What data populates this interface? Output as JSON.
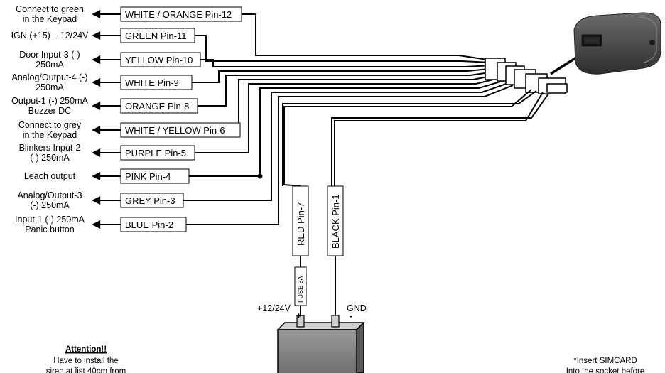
{
  "wires": [
    {
      "pin": "WHITE / ORANGE Pin-12",
      "function": [
        "Connect to green",
        "in the Keypad"
      ]
    },
    {
      "pin": "GREEN Pin-11",
      "function": [
        "IGN (+15) – 12/24V"
      ]
    },
    {
      "pin": "YELLOW Pin-10",
      "function": [
        "Door Input-3 (-)",
        "250mA"
      ]
    },
    {
      "pin": "WHITE Pin-9",
      "function": [
        "Analog/Output-4 (-)",
        "250mA"
      ]
    },
    {
      "pin": "ORANGE Pin-8",
      "function": [
        "Output-1 (-) 250mA",
        "Buzzer DC"
      ]
    },
    {
      "pin": "WHITE / YELLOW Pin-6",
      "function": [
        "Connect to grey",
        "in the Keypad"
      ]
    },
    {
      "pin": "PURPLE Pin-5",
      "function": [
        "Blinkers Input-2",
        "(-) 250mA"
      ]
    },
    {
      "pin": "PINK Pin-4",
      "function": [
        "Leach output"
      ]
    },
    {
      "pin": "GREY Pin-3",
      "function": [
        "Analog/Output-3",
        "(-) 250mA"
      ]
    },
    {
      "pin": "BLUE Pin-2",
      "function": [
        "Input-1 (-) 250mA",
        "Panic button"
      ]
    }
  ],
  "power": {
    "red_pin": "RED Pin-7",
    "black_pin": "BLACK Pin-1",
    "fuse": "FUSE 5A",
    "positive_label": "+12/24V",
    "ground_label": "GND",
    "plus_sign": "+",
    "minus_sign": "-"
  },
  "notes": {
    "attention_title": "Attention!!",
    "attention_lines": [
      "Have to install the",
      "siren at list 40cm from"
    ],
    "simcard_lines": [
      "*Insert SIMCARD",
      "Into the socket before"
    ]
  }
}
